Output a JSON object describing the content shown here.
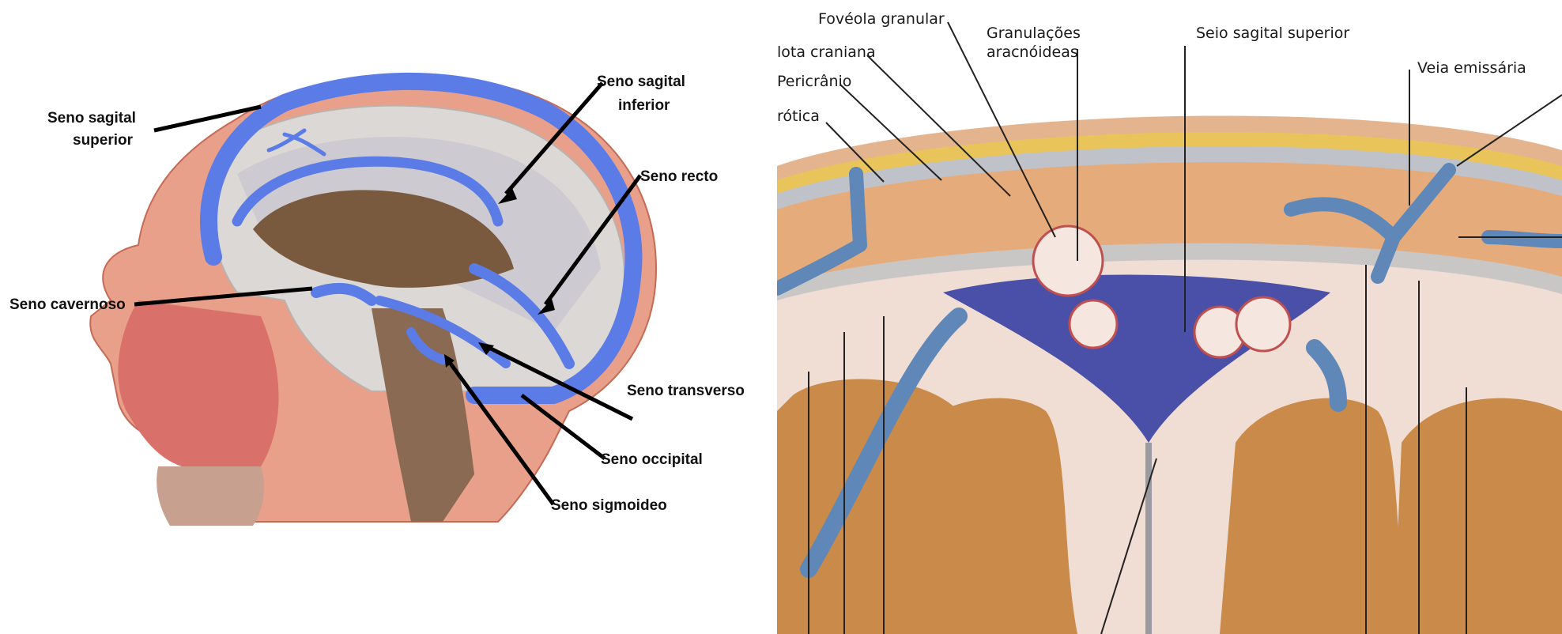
{
  "left": {
    "labels": {
      "sss_l1": "Seno sagital",
      "sss_l2": "superior",
      "ssi_l1": "Seno sagital",
      "ssi_l2": "inferior",
      "recto": "Seno recto",
      "cavernoso": "Seno cavernoso",
      "transverso": "Seno transverso",
      "occipital": "Seno occipital",
      "sigmoideo": "Seno sigmoideo"
    },
    "colors": {
      "sinus": "#5b7be6",
      "pointer": "#000000"
    }
  },
  "right": {
    "labels": {
      "foveola": "Fovéola granular",
      "granul_l1": "Granulações",
      "granul_l2": "aracnóideas",
      "sss": "Seio sagital superior",
      "calota": "lota craniana",
      "pericranio": "Pericrânio",
      "aponeurotica": "rótica",
      "emissaria": "Veia emissária"
    },
    "colors": {
      "sinus": "#4a4fa8",
      "bone": "#d98a5a",
      "cortex": "#c98a4a"
    }
  }
}
